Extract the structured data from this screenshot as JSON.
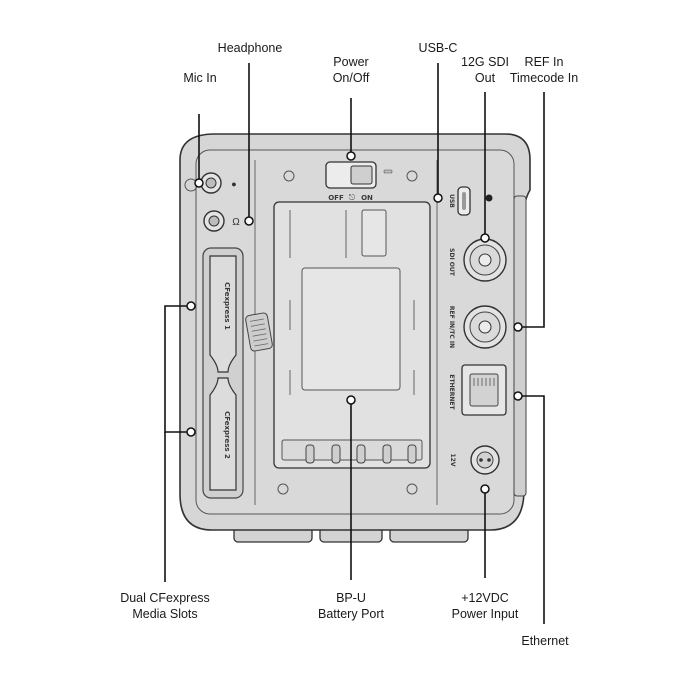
{
  "callouts": {
    "headphone": "Headphone",
    "mic_in": "Mic In",
    "power": [
      "Power",
      "On/Off"
    ],
    "usb_c": "USB-C",
    "sdi_out": [
      "12G SDI",
      "Out"
    ],
    "ref_in": [
      "REF In",
      "Timecode In"
    ],
    "cfexpress": [
      "Dual CFexpress",
      "Media Slots"
    ],
    "battery": [
      "BP-U",
      "Battery Port"
    ],
    "power_input": [
      "+12VDC",
      "Power Input"
    ],
    "ethernet": "Ethernet"
  },
  "panel": {
    "switch_off": "OFF",
    "switch_on": "ON",
    "slot1": "CFexpress 1",
    "slot2": "CFexpress 2",
    "usb": "USB",
    "sdi": "SDI OUT",
    "ref": "REF IN/TC IN",
    "eth": "ETHERNET",
    "v12": "12V"
  },
  "colors": {
    "body_fill": "#d6d6d6",
    "panel_fill": "#e1e1e1",
    "stroke": "#333333",
    "leader": "#111111"
  }
}
